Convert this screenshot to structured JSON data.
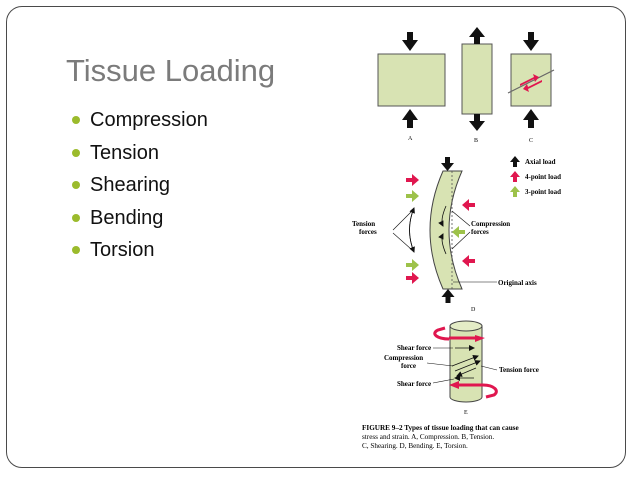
{
  "slide": {
    "title": "Tissue Loading",
    "bullets": [
      "Compression",
      "Tension",
      "Shearing",
      "Bending",
      "Torsion"
    ]
  },
  "figure": {
    "panel_labels": [
      "A",
      "B",
      "C",
      "D",
      "E"
    ],
    "legend": [
      {
        "label": "Axial load",
        "icon": "arrow-up-black-icon",
        "color": "#111111"
      },
      {
        "label": "4-point load",
        "icon": "arrow-up-red-icon",
        "color": "#e0174f"
      },
      {
        "label": "3-point load",
        "icon": "arrow-up-green-icon",
        "color": "#9dc24a"
      }
    ],
    "bending_labels": {
      "tension": [
        "Tension",
        "forces"
      ],
      "compression": [
        "Compression",
        "forces"
      ],
      "original_axis": "Original axis"
    },
    "torsion_labels": {
      "shear_force_top": "Shear force",
      "compression_force": [
        "Compression",
        "force"
      ],
      "tension_force": "Tension force",
      "shear_force_bottom": "Shear force"
    },
    "caption_lines": [
      "FIGURE 9–2   Types of tissue loading that can cause",
      "stress and strain. A, Compression. B, Tension.",
      "C, Shearing. D, Bending. E, Torsion."
    ],
    "colors": {
      "tissue": "#d8e3b3",
      "red_arrow": "#e0174f",
      "green_arrow": "#9dc24a",
      "black_arrow": "#111111",
      "bullet": "#9bbb2c",
      "title": "#7b7b7b"
    }
  }
}
